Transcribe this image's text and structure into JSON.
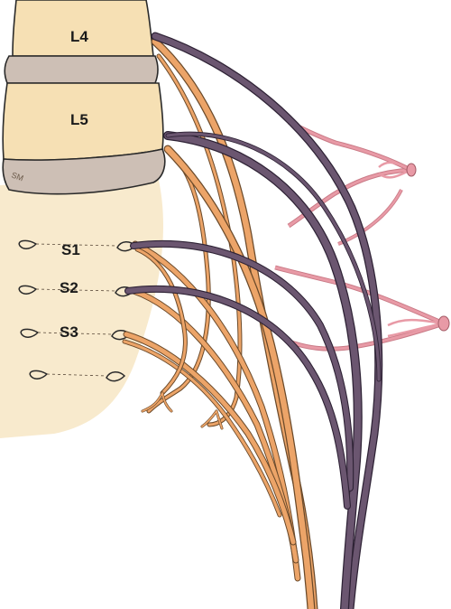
{
  "labels": {
    "l4": "L4",
    "l5": "L5",
    "s1": "S1",
    "s2": "S2",
    "s3": "S3"
  },
  "signature": "SM",
  "colors": {
    "vertebra": "#f6e0b4",
    "disc": "#cdbfb5",
    "sacrum": "#f7e6c4",
    "nerve_orange": "#eca468",
    "nerve_purple": "#6b5670",
    "vessel_pink": "#e89aa6",
    "outline": "#2a2a2a"
  }
}
